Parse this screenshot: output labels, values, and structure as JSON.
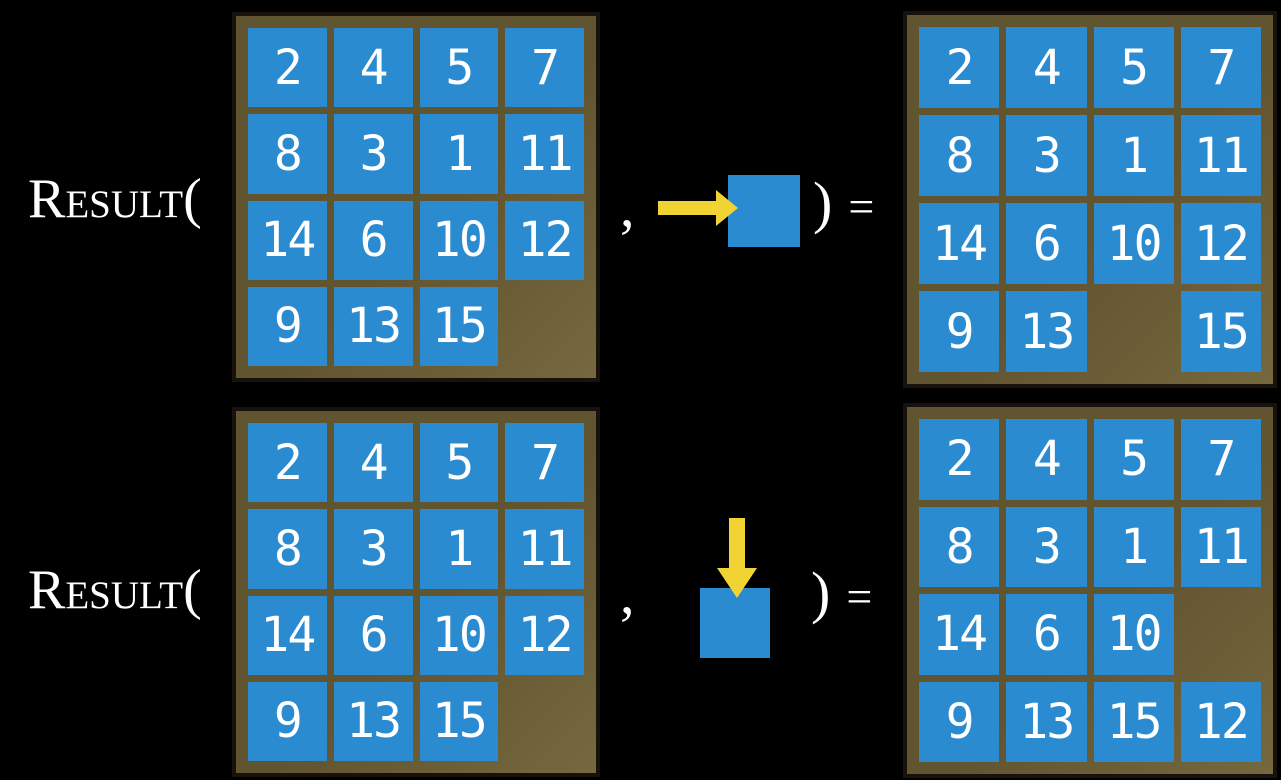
{
  "figure": {
    "colors": {
      "background": "#000000",
      "board": "#615430",
      "board_highlight": "#76683e",
      "board_border": "#17120b",
      "tile": "#2a8bd0",
      "tile_text": "#ffffff",
      "arrow": "#f1d434",
      "text": "#ffffff"
    },
    "rows": [
      {
        "function_name": "Result(",
        "comma": ",",
        "closing_paren": ")",
        "equals": "=",
        "move_direction": "right",
        "input_board": {
          "grid": [
            [
              "2",
              "4",
              "5",
              "7"
            ],
            [
              "8",
              "3",
              "1",
              "11"
            ],
            [
              "14",
              "6",
              "10",
              "12"
            ],
            [
              "9",
              "13",
              "15",
              ""
            ]
          ]
        },
        "result_board": {
          "grid": [
            [
              "2",
              "4",
              "5",
              "7"
            ],
            [
              "8",
              "3",
              "1",
              "11"
            ],
            [
              "14",
              "6",
              "10",
              "12"
            ],
            [
              "9",
              "13",
              "",
              "15"
            ]
          ]
        }
      },
      {
        "function_name": "Result(",
        "comma": ",",
        "closing_paren": ")",
        "equals": "=",
        "move_direction": "down",
        "input_board": {
          "grid": [
            [
              "2",
              "4",
              "5",
              "7"
            ],
            [
              "8",
              "3",
              "1",
              "11"
            ],
            [
              "14",
              "6",
              "10",
              "12"
            ],
            [
              "9",
              "13",
              "15",
              ""
            ]
          ]
        },
        "result_board": {
          "grid": [
            [
              "2",
              "4",
              "5",
              "7"
            ],
            [
              "8",
              "3",
              "1",
              "11"
            ],
            [
              "14",
              "6",
              "10",
              ""
            ],
            [
              "9",
              "13",
              "15",
              "12"
            ]
          ]
        }
      }
    ]
  }
}
